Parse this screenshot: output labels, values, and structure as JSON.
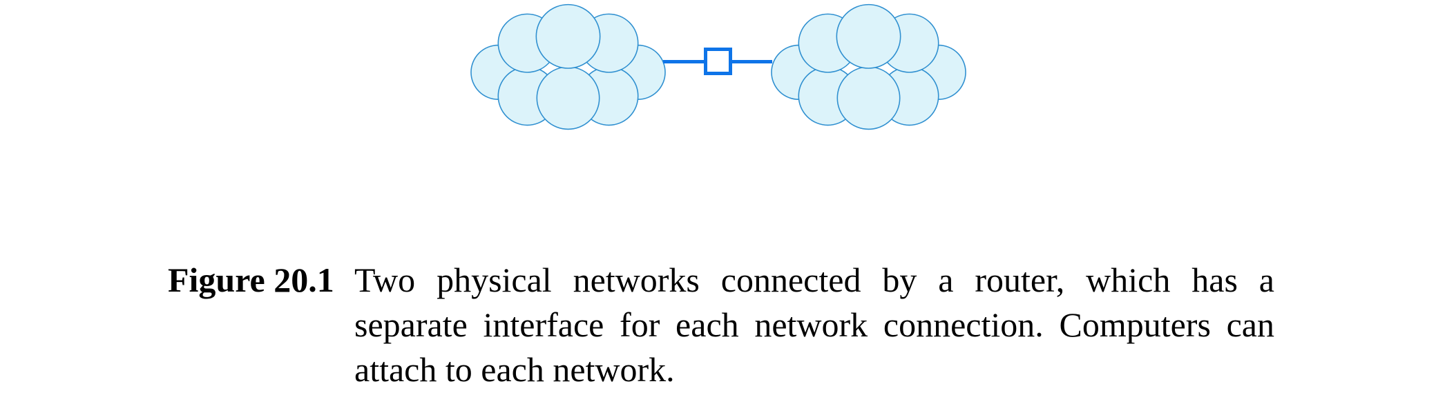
{
  "colors": {
    "page_bg": "#ffffff",
    "cloud_fill": "#dcf3fa",
    "cloud_stroke": "#2e8fd0",
    "link_blue": "#0e74e8",
    "router_fill": "#ffffff",
    "caption_text": "#000000"
  },
  "diagram": {
    "icons": {
      "left_network": "cloud-icon",
      "router": "router-square-icon",
      "right_network": "cloud-icon"
    }
  },
  "caption": {
    "label": "Figure 20.1",
    "lines": [
      "Two physical networks connected by a router, which has a",
      "separate interface for each network connection.  Computers can",
      "attach to each network."
    ]
  }
}
